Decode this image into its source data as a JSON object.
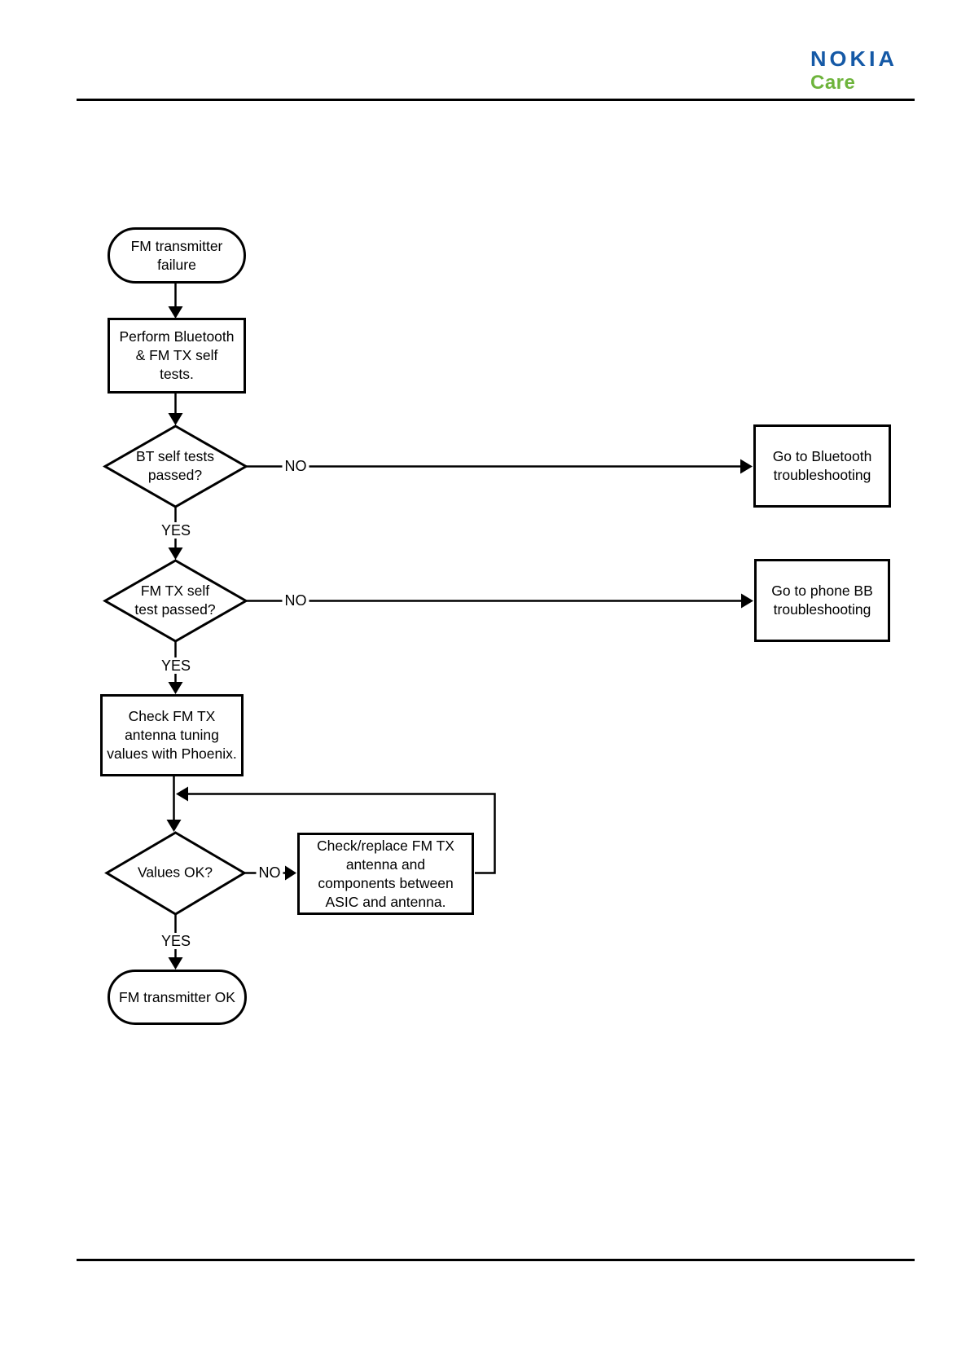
{
  "header": {
    "logo_brand": "NOKIA",
    "logo_sub": "Care",
    "brand_color": "#1559A6",
    "sub_color": "#6EB43C"
  },
  "flowchart": {
    "title_implicit": "FM transmitter troubleshooting",
    "nodes": {
      "start": {
        "type": "terminator",
        "label": "FM transmitter\nfailure"
      },
      "perform_tests": {
        "type": "process",
        "label": "Perform Bluetooth\n& FM TX self\ntests."
      },
      "bt_self_test": {
        "type": "decision",
        "label": "BT self tests\npassed?"
      },
      "goto_bluetooth": {
        "type": "process",
        "label": "Go to Bluetooth\ntroubleshooting"
      },
      "fm_tx_self_test": {
        "type": "decision",
        "label": "FM TX self\ntest passed?"
      },
      "goto_phone_bb": {
        "type": "process",
        "label": "Go to phone BB\ntroubleshooting"
      },
      "check_tuning": {
        "type": "process",
        "label": "Check FM TX\nantenna tuning\nvalues with Phoenix."
      },
      "values_ok": {
        "type": "decision",
        "label": "Values OK?"
      },
      "check_replace": {
        "type": "process",
        "label": "Check/replace FM TX\nantenna and\ncomponents between\nASIC  and antenna."
      },
      "end": {
        "type": "terminator",
        "label": "FM transmitter OK"
      }
    },
    "edge_labels": {
      "yes": "YES",
      "no": "NO"
    },
    "line_color": "#000000"
  }
}
